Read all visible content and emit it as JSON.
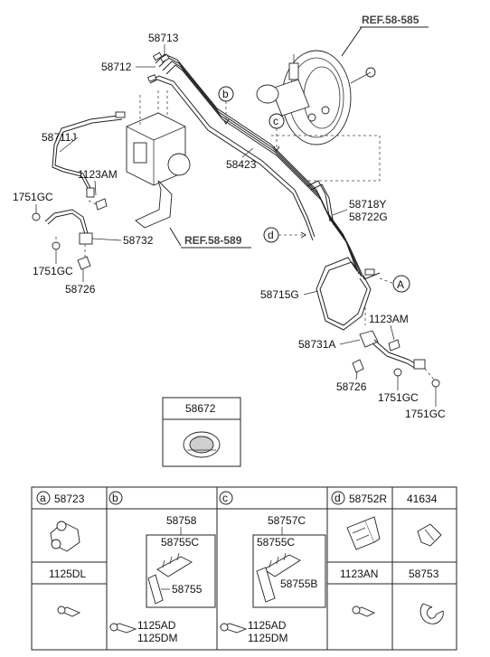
{
  "refs": {
    "booster": "REF.58-585",
    "hecu": "REF.58-589"
  },
  "circle_labels": {
    "b": "b",
    "c": "c",
    "d": "d",
    "A": "A"
  },
  "part_labels": {
    "p58713": "58713",
    "p58712": "58712",
    "p58711J": "58711J",
    "p1123AM_left": "1123AM",
    "p1751GC_left_top": "1751GC",
    "p1751GC_left_bottom": "1751GC",
    "p58732": "58732",
    "p58726_left": "58726",
    "p58423": "58423",
    "p58718Y": "58718Y",
    "p58722G": "58722G",
    "p58715G": "58715G",
    "p1123AM_right": "1123AM",
    "p58731A": "58731A",
    "p58726_right": "58726",
    "p1751GC_right_1": "1751GC",
    "p1751GC_right_2": "1751GC"
  },
  "grommet_box": {
    "label": "58672"
  },
  "table": {
    "cell_a": {
      "letter": "a",
      "part": "58723"
    },
    "cell_b": {
      "letter": "b",
      "part": "58758",
      "sub1": "58755C",
      "sub2": "58755",
      "bolt1": "1125AD",
      "bolt2": "1125DM"
    },
    "cell_c": {
      "letter": "c",
      "part": "58757C",
      "sub1": "58755C",
      "sub2": "58755B",
      "bolt1": "1125AD",
      "bolt2": "1125DM"
    },
    "cell_d": {
      "letter": "d",
      "part": "58752R"
    },
    "cell_e": {
      "part": "41634"
    },
    "cell_f": {
      "part": "1125DL"
    },
    "cell_g": {
      "part": "1123AN"
    },
    "cell_h": {
      "part": "58753"
    }
  }
}
